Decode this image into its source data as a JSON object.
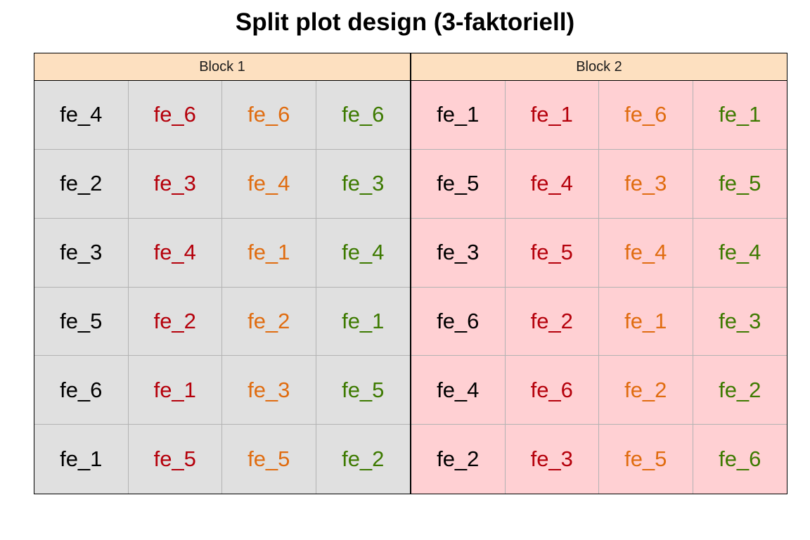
{
  "title": "Split plot design (3-faktoriell)",
  "colors": {
    "column_text": [
      "#000000",
      "#b5000b",
      "#e06c10",
      "#3d7a00"
    ],
    "strip_fill": "#fde0c0",
    "block_fill": [
      "#e0e0e0",
      "#ffd0d3"
    ],
    "gridline": "#b3b3b3",
    "border": "#000000"
  },
  "blocks": [
    {
      "label": "Block 1",
      "rows": [
        [
          "fe_4",
          "fe_6",
          "fe_6",
          "fe_6"
        ],
        [
          "fe_2",
          "fe_3",
          "fe_4",
          "fe_3"
        ],
        [
          "fe_3",
          "fe_4",
          "fe_1",
          "fe_4"
        ],
        [
          "fe_5",
          "fe_2",
          "fe_2",
          "fe_1"
        ],
        [
          "fe_6",
          "fe_1",
          "fe_3",
          "fe_5"
        ],
        [
          "fe_1",
          "fe_5",
          "fe_5",
          "fe_2"
        ]
      ]
    },
    {
      "label": "Block 2",
      "rows": [
        [
          "fe_1",
          "fe_1",
          "fe_6",
          "fe_1"
        ],
        [
          "fe_5",
          "fe_4",
          "fe_3",
          "fe_5"
        ],
        [
          "fe_3",
          "fe_5",
          "fe_4",
          "fe_4"
        ],
        [
          "fe_6",
          "fe_2",
          "fe_1",
          "fe_3"
        ],
        [
          "fe_4",
          "fe_6",
          "fe_2",
          "fe_2"
        ],
        [
          "fe_2",
          "fe_3",
          "fe_5",
          "fe_6"
        ]
      ]
    }
  ]
}
